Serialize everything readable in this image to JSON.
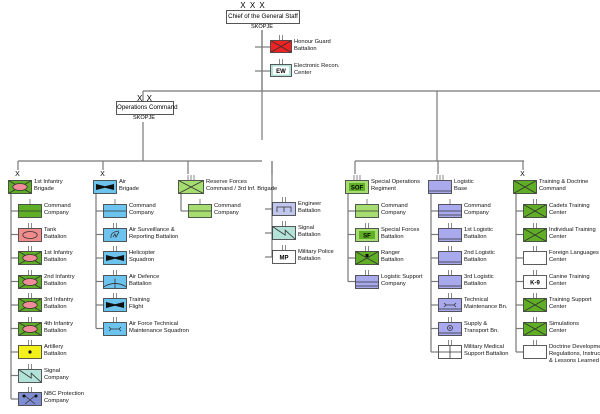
{
  "colors": {
    "infantry_green": "#5fae25",
    "light_green": "#a6dd70",
    "air_blue": "#6cc3ee",
    "logistic_purple": "#a9a9ee",
    "honour_red": "#ee2222",
    "tank_pink": "#f08c8c",
    "signal_teal": "#b3e2d9",
    "artillery_yellow": "#f2f21a",
    "nbc_blue": "#7f8ed2",
    "ew_teal": "#b3e2d9",
    "engineer_purple": "#c0c6ec",
    "white": "#ffffff",
    "line": "#777777"
  },
  "top_hq": {
    "echelon": "X X X",
    "name": "Chief of the General Staff",
    "location": "SKOPJE"
  },
  "staff_units": [
    {
      "id": "honour-guard",
      "label": [
        "Honour Guard",
        "Battalion"
      ],
      "symbol": "honour-guard-icon"
    },
    {
      "id": "ew-center",
      "label": [
        "Electronic Recon.",
        "Center"
      ],
      "symbol": "ew-icon",
      "code": "EW"
    }
  ],
  "ops_hq": {
    "echelon": "X X",
    "name": "Operations Command",
    "location": "SKOPJE"
  },
  "branches": [
    {
      "id": "infantry-brigade",
      "echelon": "X",
      "head": {
        "label": [
          "1st Infantry",
          "Brigade"
        ],
        "symbol": "mech-infantry-icon"
      },
      "units": [
        {
          "label": [
            "Command",
            "Company"
          ],
          "symbol": "command-company-icon"
        },
        {
          "label": [
            "Tank",
            "Battalion"
          ],
          "symbol": "tank-icon"
        },
        {
          "label": [
            "1st Infantry",
            "Battalion"
          ],
          "symbol": "mech-infantry-icon"
        },
        {
          "label": [
            "2nd Infantry",
            "Battalion"
          ],
          "symbol": "mech-infantry-icon"
        },
        {
          "label": [
            "3rd Infantry",
            "Battalion"
          ],
          "symbol": "mech-infantry-icon"
        },
        {
          "label": [
            "4th Infantry",
            "Battalion"
          ],
          "symbol": "mech-infantry-icon"
        },
        {
          "label": [
            "Artillery",
            "Battalion"
          ],
          "symbol": "artillery-icon"
        },
        {
          "label": [
            "Signal",
            "Company"
          ],
          "symbol": "signal-icon"
        },
        {
          "label": [
            "NBC Protection",
            "Company"
          ],
          "symbol": "nbc-icon"
        }
      ]
    },
    {
      "id": "air-brigade",
      "echelon": "X",
      "head": {
        "label": [
          "Air",
          "Brigade"
        ],
        "symbol": "aviation-icon"
      },
      "units": [
        {
          "label": [
            "Command",
            "Company"
          ],
          "symbol": "air-command-company-icon"
        },
        {
          "label": [
            "Air Surveillance &",
            "Reporting Battalion"
          ],
          "symbol": "radar-icon"
        },
        {
          "label": [
            "Helicopter",
            "Squadron"
          ],
          "symbol": "aviation-icon"
        },
        {
          "label": [
            "Air Defence",
            "Battalion"
          ],
          "symbol": "air-defence-icon"
        },
        {
          "label": [
            "Training",
            "Flight"
          ],
          "symbol": "aviation-icon"
        },
        {
          "label": [
            "Air Force Technical",
            "Maintenance Squadron"
          ],
          "symbol": "maintenance-icon"
        }
      ]
    },
    {
      "id": "reserve-forces",
      "echelon": "",
      "head": {
        "label": [
          "Reserve Forces",
          "Command / 3rd Inf. Brigade"
        ],
        "symbol": "reserve-infantry-icon"
      },
      "units": [
        {
          "label": [
            "Command",
            "Company"
          ],
          "symbol": "reserve-command-company-icon"
        }
      ]
    },
    {
      "id": "direct-battalions",
      "echelon": "",
      "head": null,
      "units": [
        {
          "label": [
            "Engineer",
            "Battalion"
          ],
          "symbol": "engineer-icon"
        },
        {
          "label": [
            "Signal",
            "Battalion"
          ],
          "symbol": "signal-icon"
        },
        {
          "label": [
            "Military Police",
            "Battalion"
          ],
          "symbol": "military-police-icon",
          "code": "MP"
        }
      ]
    },
    {
      "id": "special-operations",
      "echelon": "",
      "head": {
        "label": [
          "Special Operations",
          "Regiment"
        ],
        "symbol": "sof-icon",
        "code": "SOF"
      },
      "units": [
        {
          "label": [
            "Command",
            "Company"
          ],
          "symbol": "sof-command-company-icon"
        },
        {
          "label": [
            "Special Forces",
            "Battalion"
          ],
          "symbol": "sf-icon",
          "code": "SF"
        },
        {
          "label": [
            "Ranger",
            "Battalion"
          ],
          "symbol": "ranger-icon"
        },
        {
          "label": [
            "Logistic Support",
            "Company"
          ],
          "symbol": "logistic-company-icon"
        }
      ]
    },
    {
      "id": "logistic-base",
      "echelon": "",
      "head": {
        "label": [
          "Logistic",
          "Base"
        ],
        "symbol": "logistic-icon"
      },
      "units": [
        {
          "label": [
            "Command",
            "Company"
          ],
          "symbol": "logistic-company-icon"
        },
        {
          "label": [
            "1st Logistic",
            "Battalion"
          ],
          "symbol": "logistic-icon"
        },
        {
          "label": [
            "2nd Logistic",
            "Battalion"
          ],
          "symbol": "logistic-icon"
        },
        {
          "label": [
            "3rd Logistic",
            "Battalion"
          ],
          "symbol": "logistic-icon"
        },
        {
          "label": [
            "Technical",
            "Maintenance Bn."
          ],
          "symbol": "logistic-maintenance-icon"
        },
        {
          "label": [
            "Supply &",
            "Transport Bn."
          ],
          "symbol": "supply-transport-icon"
        },
        {
          "label": [
            "Military Medical",
            "Support Battalion"
          ],
          "symbol": "medical-icon"
        }
      ]
    },
    {
      "id": "training-doctrine",
      "echelon": "X",
      "head": {
        "label": [
          "Training & Doctrine",
          "Command"
        ],
        "symbol": "infantry-icon"
      },
      "units": [
        {
          "label": [
            "Cadets Training",
            "Center"
          ],
          "symbol": "infantry-icon"
        },
        {
          "label": [
            "Individual Training",
            "Center"
          ],
          "symbol": "infantry-icon"
        },
        {
          "label": [
            "Foreign Languages",
            "Center"
          ],
          "symbol": "blank-unit-icon"
        },
        {
          "label": [
            "Canine Training",
            "Center"
          ],
          "symbol": "k9-icon",
          "code": "K-9"
        },
        {
          "label": [
            "Training Support",
            "Center"
          ],
          "symbol": "infantry-icon"
        },
        {
          "label": [
            "Simulations",
            "Center"
          ],
          "symbol": "infantry-icon"
        },
        {
          "label": [
            "Doctrine Development,",
            "Regulations, Instructions",
            "& Lessons Learned Center"
          ],
          "symbol": "blank-unit-icon"
        }
      ]
    }
  ]
}
